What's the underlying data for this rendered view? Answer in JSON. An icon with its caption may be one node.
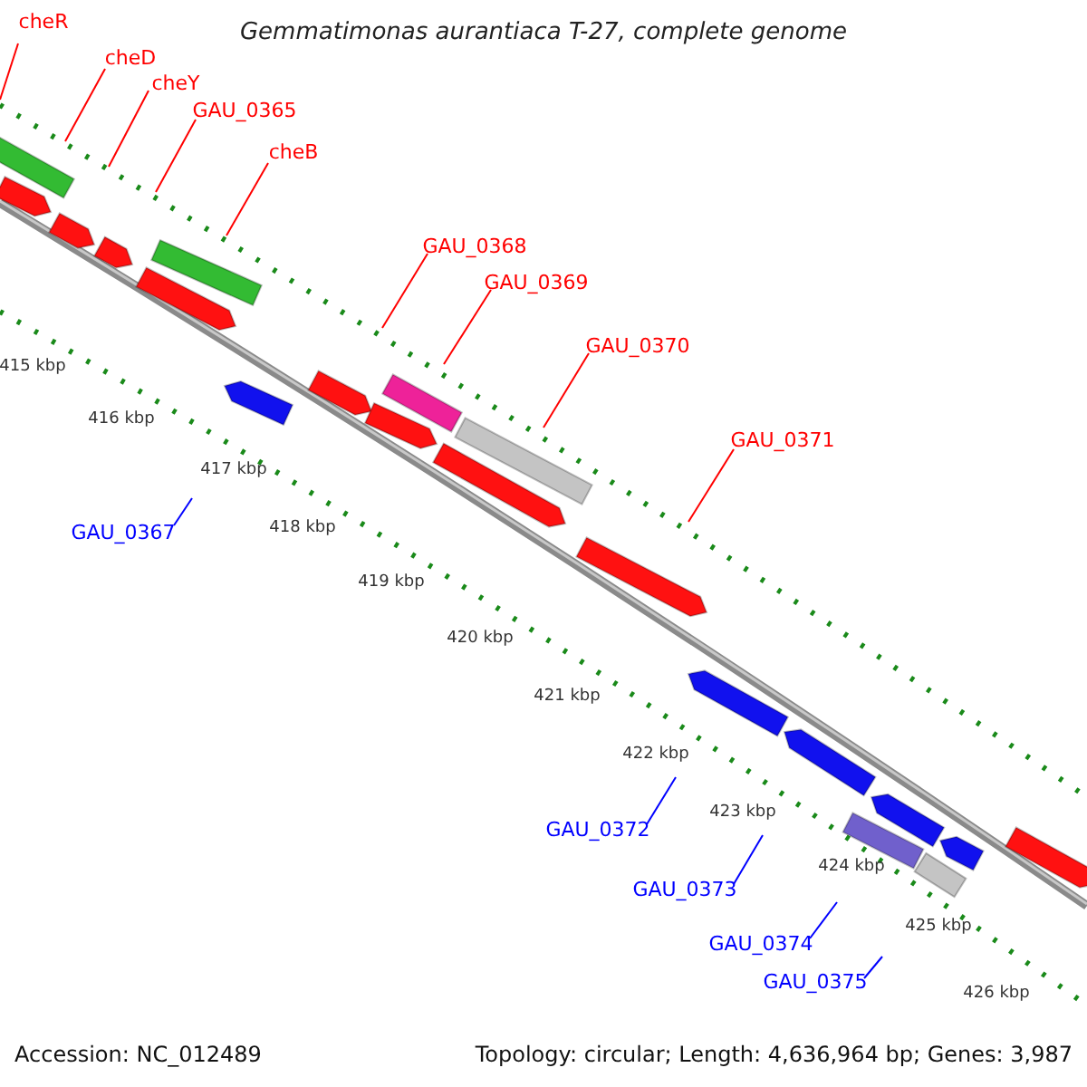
{
  "diagram": {
    "title": "Gemmatimonas aurantiaca T-27, complete genome",
    "nodes": [
      {
        "text": [
          "cheR"
        ]
      },
      {
        "text": [
          "cheD"
        ]
      },
      {
        "text": [
          "cheY"
        ]
      },
      {
        "text": [
          "GAU_0365"
        ]
      },
      {
        "text": [
          "cheB"
        ]
      },
      {
        "text": [
          "GAU_0368"
        ]
      },
      {
        "text": [
          "GAU_0369"
        ]
      },
      {
        "text": [
          "GAU_0370"
        ]
      },
      {
        "text": [
          "GAU_0371"
        ]
      },
      {
        "text": [
          "GAU_0367"
        ]
      },
      {
        "text": [
          "GAU_0372"
        ]
      },
      {
        "text": [
          "GAU_0373"
        ]
      },
      {
        "text": [
          "GAU_0374"
        ]
      },
      {
        "text": [
          "GAU_0375"
        ]
      }
    ],
    "edges": [
      {
        "from": 0,
        "to": null,
        "arrow": "none",
        "color": "#ff0000"
      },
      {
        "from": 1,
        "to": null,
        "arrow": "none",
        "color": "#ff0000"
      },
      {
        "from": 2,
        "to": null,
        "arrow": "none",
        "color": "#ff0000"
      },
      {
        "from": 3,
        "to": null,
        "arrow": "none",
        "color": "#ff0000"
      },
      {
        "from": 4,
        "to": null,
        "arrow": "none",
        "color": "#ff0000"
      },
      {
        "from": 5,
        "to": null,
        "arrow": "none",
        "color": "#ff0000"
      },
      {
        "from": 6,
        "to": null,
        "arrow": "none",
        "color": "#ff0000"
      },
      {
        "from": 7,
        "to": null,
        "arrow": "none",
        "color": "#ff0000"
      },
      {
        "from": 8,
        "to": null,
        "arrow": "none",
        "color": "#ff0000"
      },
      {
        "from": 9,
        "to": null,
        "arrow": "none",
        "color": "#0000ff"
      },
      {
        "from": 10,
        "to": null,
        "arrow": "none",
        "color": "#0000ff"
      },
      {
        "from": 11,
        "to": null,
        "arrow": "none",
        "color": "#0000ff"
      },
      {
        "from": 12,
        "to": null,
        "arrow": "none",
        "color": "#0000ff"
      },
      {
        "from": 13,
        "to": null,
        "arrow": "none",
        "color": "#0000ff"
      }
    ],
    "labels": [
      "415 kbp",
      "416 kbp",
      "417 kbp",
      "418 kbp",
      "419 kbp",
      "420 kbp",
      "421 kbp",
      "422 kbp",
      "423 kbp",
      "424 kbp",
      "425 kbp",
      "426 kbp",
      "Accession: NC_012489",
      "Topology: circular; Length: 4,636,964 bp; Genes: 3,987"
    ]
  }
}
